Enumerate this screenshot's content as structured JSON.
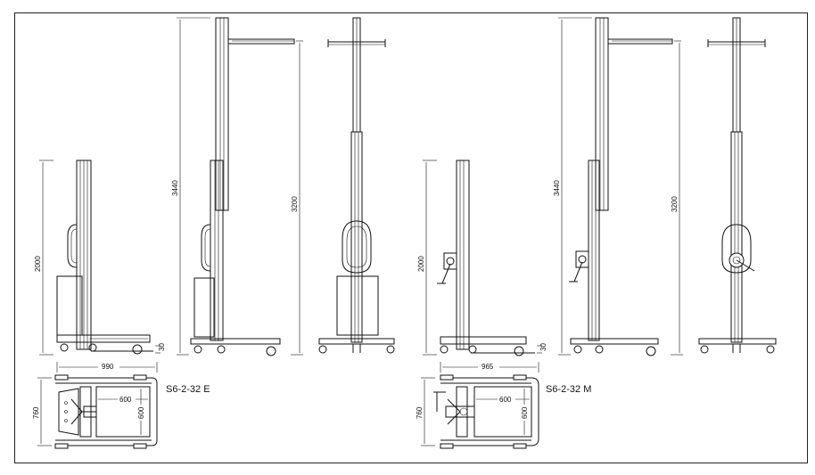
{
  "left_group": {
    "model_label": "S6-2-32 E",
    "dims": {
      "h_total": "2000",
      "mast_extended": "3440",
      "lift_height": "3200",
      "foot": "30",
      "length": "990",
      "width": "760",
      "inner_len": "600",
      "inner_w": "600"
    }
  },
  "right_group": {
    "model_label": "S6-2-32 M",
    "dims": {
      "h_total": "2000",
      "mast_extended": "3440",
      "lift_height": "3200",
      "foot": "30",
      "length": "965",
      "width": "760",
      "inner_len": "600",
      "inner_w": "600"
    }
  }
}
